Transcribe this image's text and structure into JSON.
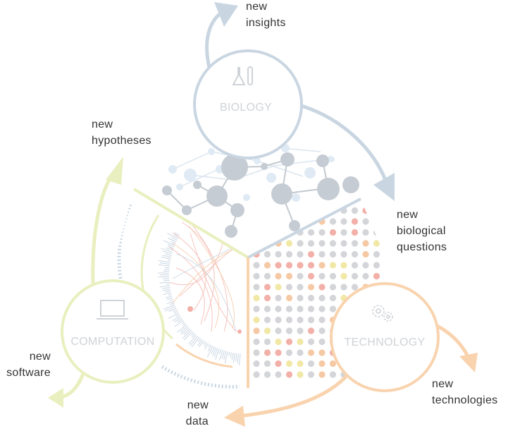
{
  "hubs": {
    "biology": "BIOLOGY",
    "computation": "COMPUTATION",
    "technology": "TECHNOLOGY"
  },
  "outputs": {
    "insights": "new\ninsights",
    "questions": "new\nbiological\nquestions",
    "hypotheses": "new\nhypotheses",
    "software": "new\nsoftware",
    "data": "new\ndata",
    "technologies": "new\ntechnologies"
  },
  "colors": {
    "biology": "#c9d6e2",
    "biology_node": "#c6ccd3",
    "computation": "#e9efbe",
    "technology": "#f9d3ae",
    "dots_grey": "#d3d5d8",
    "dots_yellow": "#f1e8a6",
    "dots_peach": "#f6c9a5",
    "dots_pink": "#f2b0a8",
    "hub_text": "#cfd3d7",
    "label_text": "#333333"
  },
  "icons": {
    "biology": "flask-test-tube-icon",
    "computation": "laptop-icon",
    "technology": "gears-icon"
  }
}
